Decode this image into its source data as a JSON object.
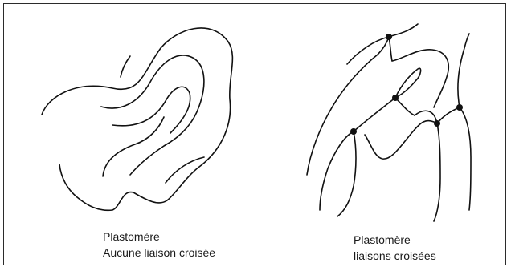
{
  "panels": [
    {
      "caption_line1": "Plastomère",
      "caption_line2": "Aucune liaison croisée"
    },
    {
      "caption_line1": "Plastomère",
      "caption_line2": "liaisons croisées"
    }
  ],
  "colors": {
    "line": "#111111",
    "frame": "#2b2b2b",
    "background": "#ffffff"
  }
}
